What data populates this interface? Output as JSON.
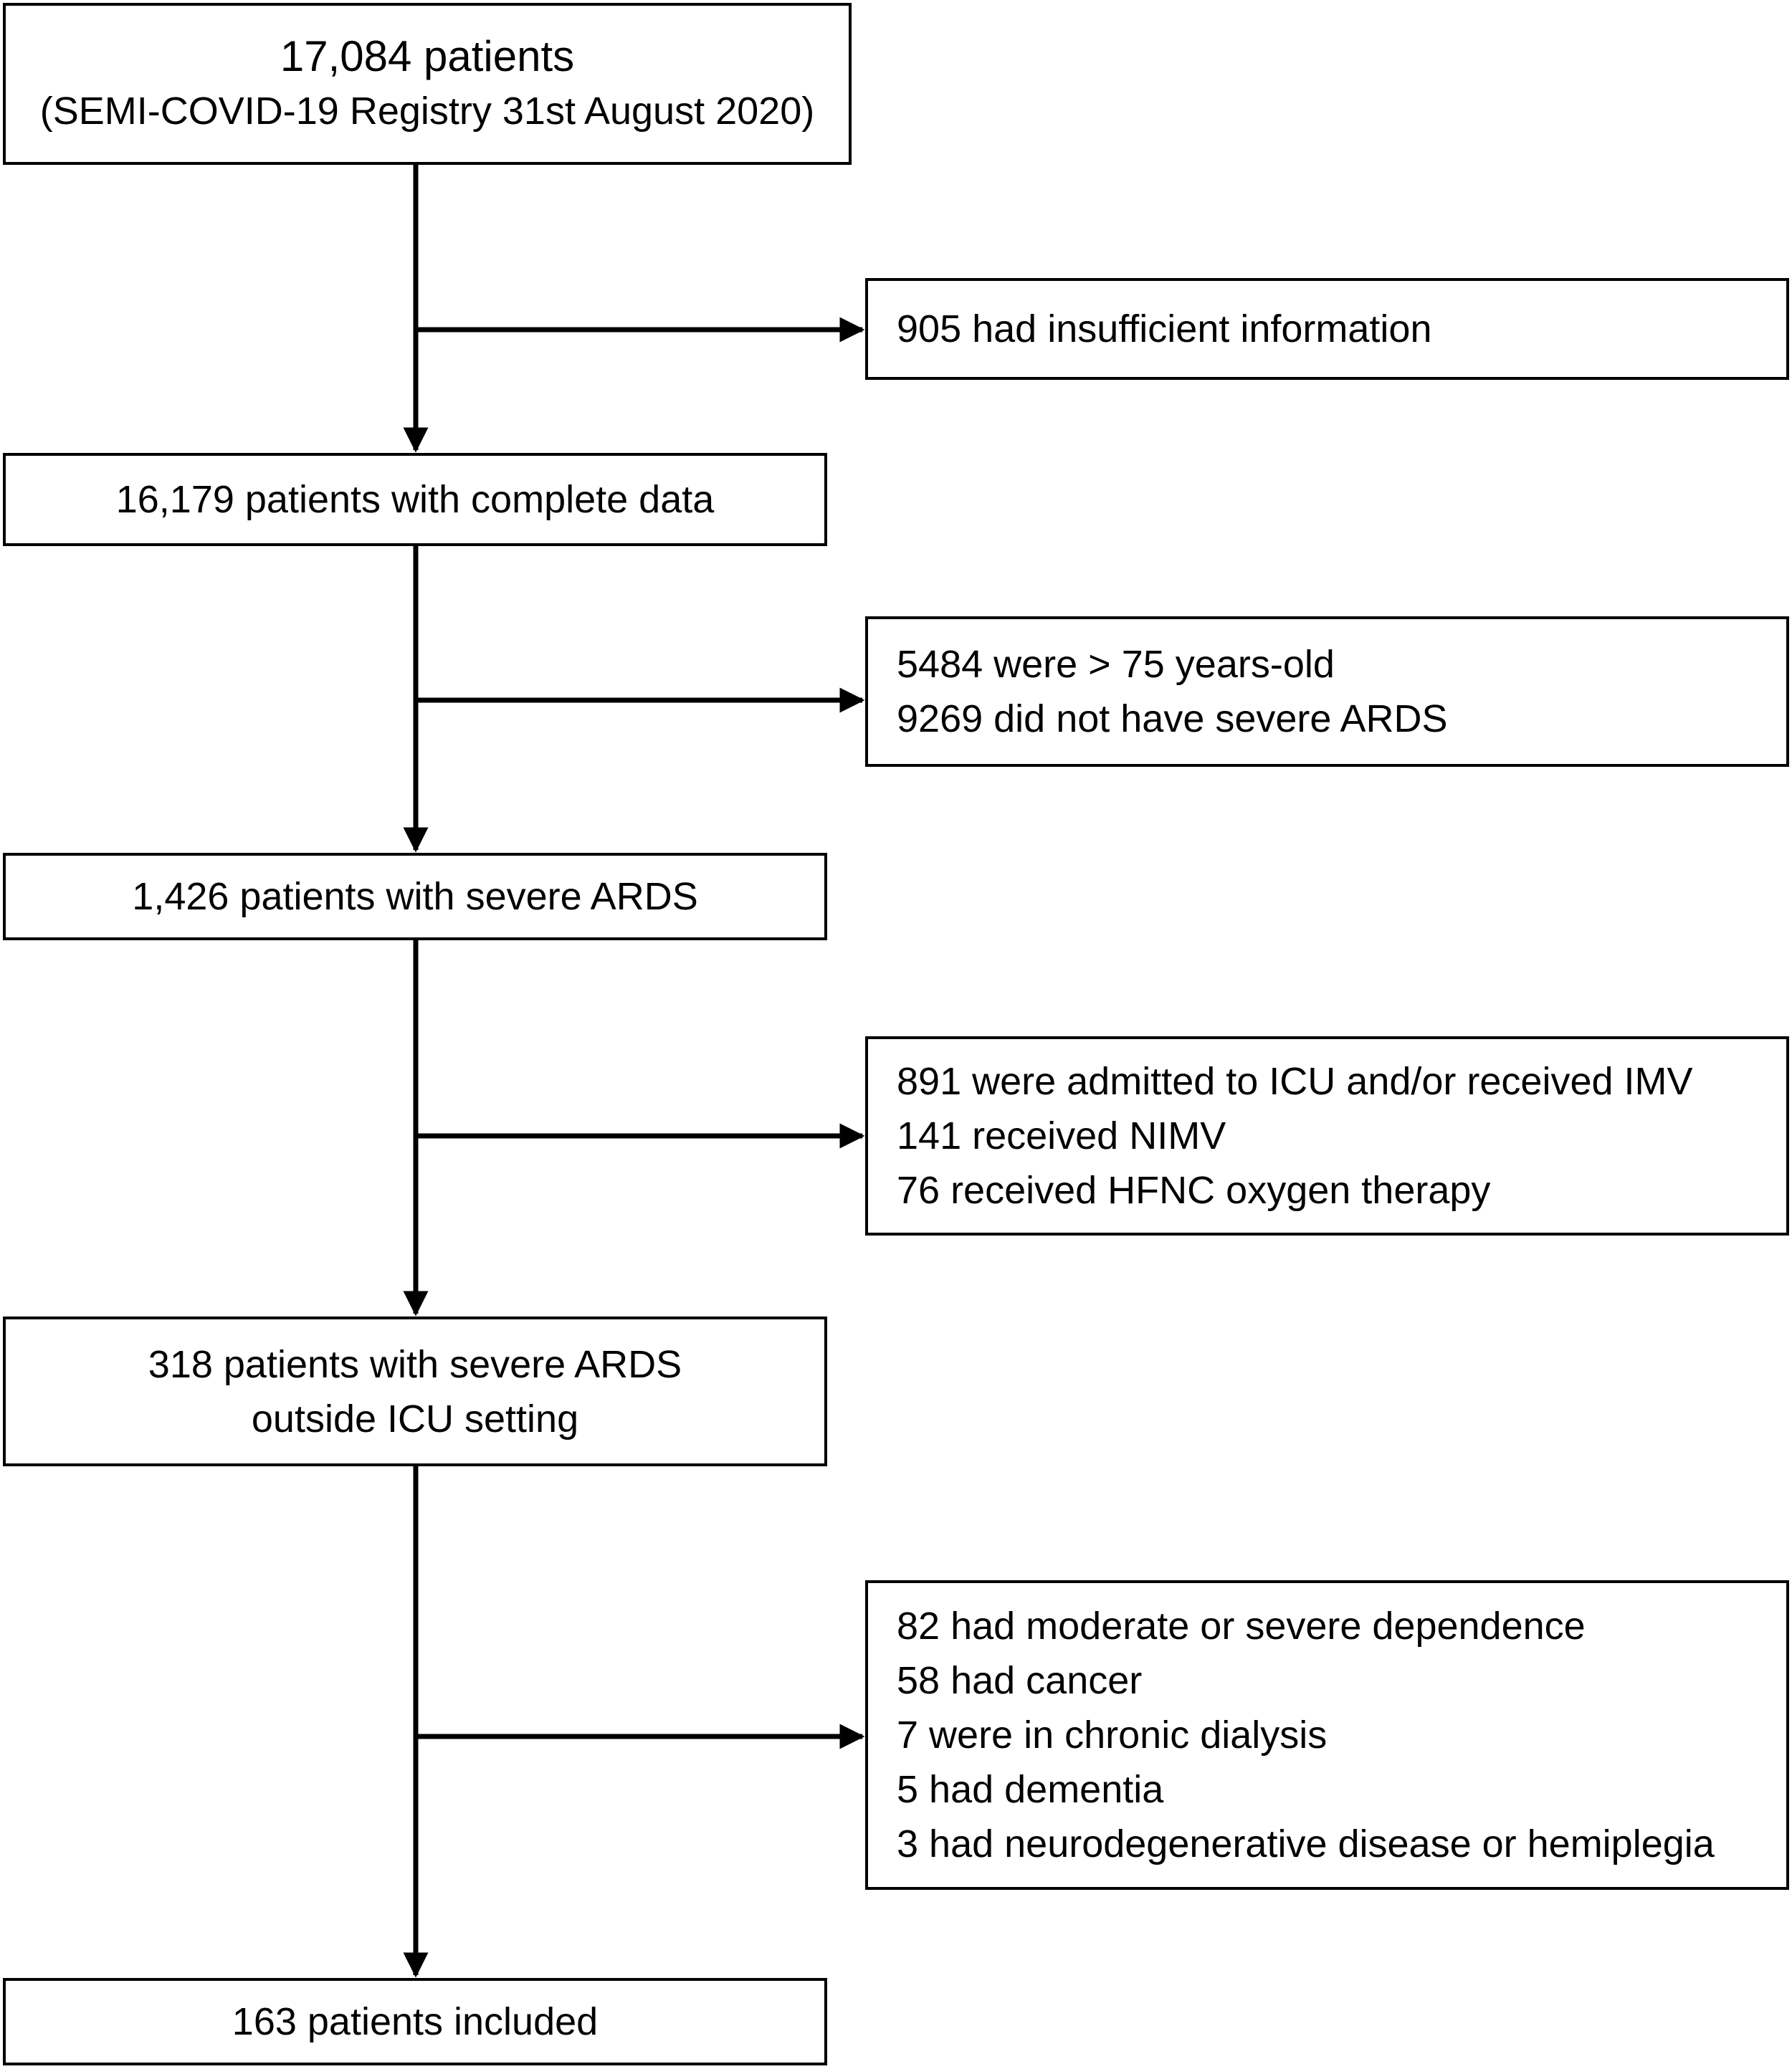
{
  "flowchart": {
    "start": {
      "count": "17,084 patients",
      "source": "(SEMI-COVID-19 Registry 31st August 2020)"
    },
    "exclusion_1": {
      "lines": [
        "905 had insufficient information"
      ]
    },
    "step_2": {
      "text": "16,179 patients with complete data"
    },
    "exclusion_2": {
      "lines": [
        "5484 were > 75 years-old",
        "9269 did not have severe ARDS"
      ]
    },
    "step_3": {
      "text": "1,426 patients with severe ARDS"
    },
    "exclusion_3": {
      "lines": [
        "891 were admitted to ICU and/or received IMV",
        "141 received NIMV",
        "76 received HFNC oxygen therapy"
      ]
    },
    "step_4": {
      "lines": [
        "318 patients with severe ARDS",
        "outside ICU setting"
      ]
    },
    "exclusion_4": {
      "lines": [
        "82 had moderate or severe dependence",
        "58 had cancer",
        "7 were in chronic dialysis",
        "5 had dementia",
        "3 had neurodegenerative disease or hemiplegia"
      ]
    },
    "final": {
      "text": "163 patients included"
    }
  },
  "colors": {
    "line": "#000000",
    "box_border": "#000000",
    "background": "#ffffff"
  }
}
